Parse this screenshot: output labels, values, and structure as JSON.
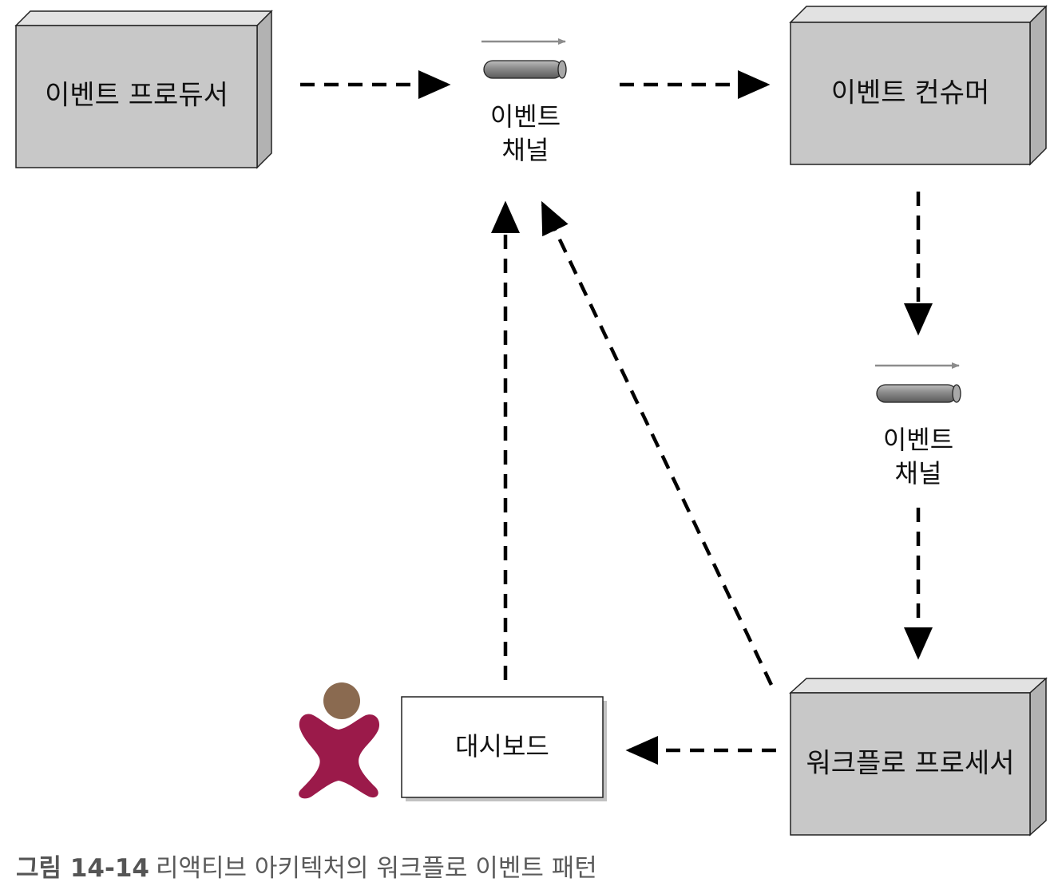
{
  "nodes": {
    "event_producer": "이벤트 프로듀서",
    "event_consumer": "이벤트 컨슈머",
    "workflow_processor": "워크플로 프로세서",
    "dashboard": "대시보드"
  },
  "channels": {
    "top": {
      "line1": "이벤트",
      "line2": "채널"
    },
    "right": {
      "line1": "이벤트",
      "line2": "채널"
    }
  },
  "caption": {
    "label": "그림 14-14",
    "text": "리액티브 아키텍처의 워크플로 이벤트 패턴"
  },
  "colors": {
    "node_fill": "#c8c8c8",
    "node_side": "#b2b2b2",
    "node_top": "#e2e2e2",
    "dashboard_fill": "#ffffff",
    "arrow": "#000000",
    "channel_arrow": "#8c8c8c",
    "person_body": "#9b1a4a",
    "person_head": "#8a6a50"
  }
}
